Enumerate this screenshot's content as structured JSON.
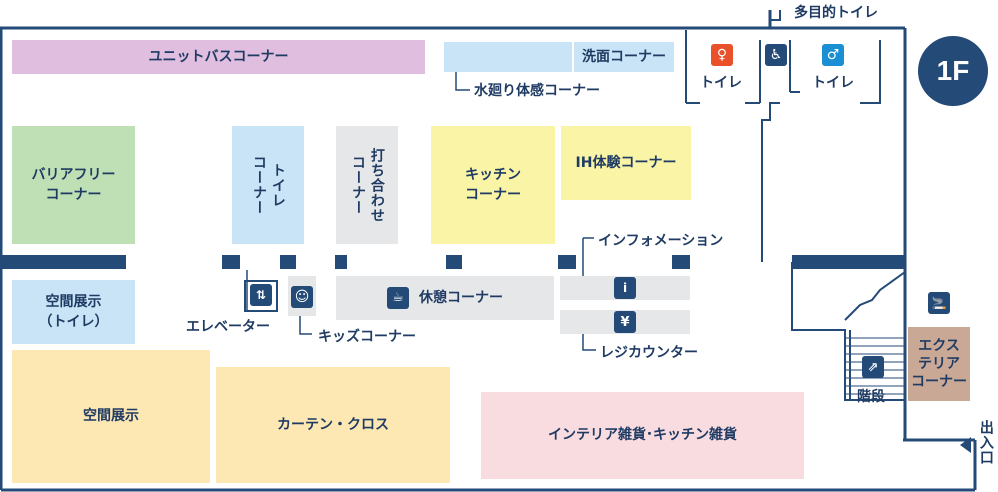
{
  "floor": "1F",
  "zones": {
    "unit_bath": "ユニットバスコーナー",
    "washroom": "洗面コーナー",
    "water_experience": "水廻り体感コーナー",
    "toilet_left": "トイレ",
    "toilet_right": "トイレ",
    "multipurpose_toilet": "多目的トイレ",
    "barrier_free": "バリアフリー\nコーナー",
    "toilet_corner": "トイレ\nコーナー",
    "meeting_corner": "打ち合わせ\nコーナー",
    "kitchen_corner": "キッチン\nコーナー",
    "ih_corner": "IH体験コーナー",
    "information": "インフォメーション",
    "space_exhibit_toilet": "空間展示\n（トイレ）",
    "elevator": "エレベーター",
    "kids_corner": "キッズコーナー",
    "rest_corner": "休憩コーナー",
    "register": "レジカウンター",
    "stairs": "階段",
    "exterior_corner": "エクス\nテリア\nコーナー",
    "space_exhibit": "空間展示",
    "curtain_cloth": "カーテン・クロス",
    "interior_goods": "インテリア雑貨･キッチン雑貨",
    "entrance": "出入口"
  },
  "colors": {
    "wall": "#244a78",
    "purple_zone": "#dfbedf",
    "light_blue_zone": "#c8e4f6",
    "green_zone": "#bfe0b4",
    "gray_zone": "#e6e7e8",
    "yellow_zone": "#faf4a6",
    "beige_zone": "#fde7b3",
    "pink_zone": "#f9dce0",
    "exterior_zone": "#c9a896",
    "women_icon": "#e8512a",
    "men_icon": "#1a8fd4",
    "icon_navy": "#244a78"
  },
  "icons": [
    "women-toilet-icon",
    "wheelchair-icon",
    "men-toilet-icon",
    "elevator-icon",
    "kids-toilet-icon",
    "rest-icon",
    "information-icon",
    "yen-icon",
    "stairs-icon",
    "smoking-icon",
    "entrance-arrow-icon"
  ]
}
